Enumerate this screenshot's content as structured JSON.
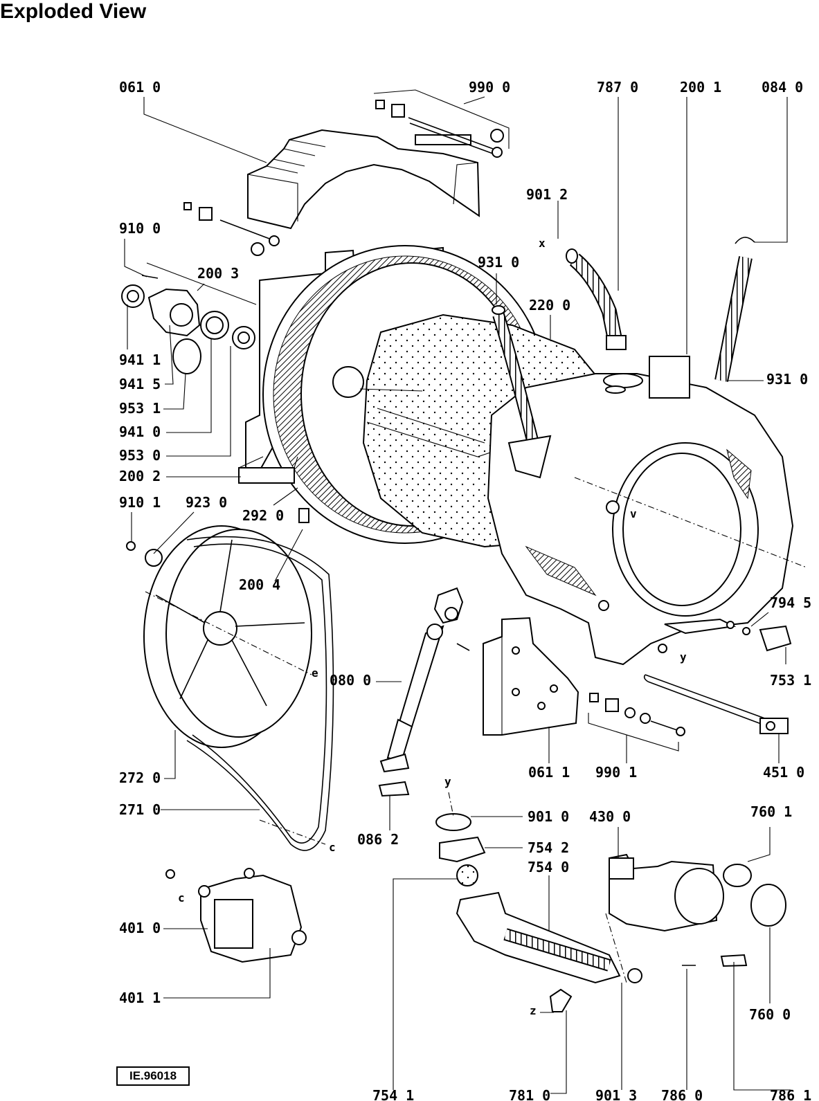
{
  "title": "Exploded View",
  "reference_code": "IE.96018",
  "colors": {
    "line": "#000000",
    "background": "#ffffff"
  },
  "labels": {
    "l0610": "061 0",
    "l9900": "990 0",
    "l7870": "787 0",
    "l2001": "200 1",
    "l0840": "084 0",
    "l9012": "901 2",
    "l9100": "910 0",
    "l2003": "200 3",
    "l9310a": "931 0",
    "l2200": "220 0",
    "l9310b": "931 0",
    "l9411": "941 1",
    "l9415": "941 5",
    "l9531": "953 1",
    "l9410": "941 0",
    "l9530": "953 0",
    "l2002": "200 2",
    "l9101": "910 1",
    "l9230": "923 0",
    "l2920": "292 0",
    "l2004": "200 4",
    "l7945": "794 5",
    "l7531": "753 1",
    "l0800": "080 0",
    "l0611": "061 1",
    "l9901": "990 1",
    "l4510": "451 0",
    "l2720": "272 0",
    "l2710": "271 0",
    "l0862": "086 2",
    "l9010": "901 0",
    "l4300": "430 0",
    "l7601": "760 1",
    "l7542": "754 2",
    "l7540": "754 0",
    "l4010": "401 0",
    "l4011": "401 1",
    "l7600": "760 0",
    "l7541": "754 1",
    "l7810": "781 0",
    "l9013": "901 3",
    "l7860": "786 0",
    "l7861": "786 1"
  },
  "letters": {
    "x": "x",
    "v": "v",
    "y_top": "y",
    "y_bottom": "y",
    "e": "e",
    "c_belt": "c",
    "c_motor": "c",
    "z": "z"
  }
}
